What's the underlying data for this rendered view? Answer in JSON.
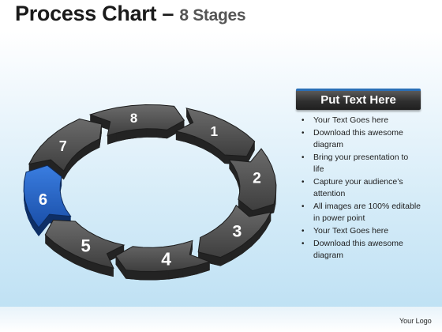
{
  "title": {
    "main": "Process Chart",
    "dash": "–",
    "sub": "8 Stages"
  },
  "stages": [
    {
      "number": "1"
    },
    {
      "number": "2"
    },
    {
      "number": "3"
    },
    {
      "number": "4"
    },
    {
      "number": "5"
    },
    {
      "number": "6",
      "highlighted": true
    },
    {
      "number": "7"
    },
    {
      "number": "8"
    }
  ],
  "colors": {
    "stage": "#4a4a4a",
    "stage_dark": "#232323",
    "highlight": "#1f5bb5",
    "highlight_dark": "#0e2f66",
    "panel_accent": "#2a6fb7"
  },
  "panel": {
    "header": "Put Text Here",
    "bullets": [
      "Your Text Goes here",
      "Download this awesome diagram",
      "Bring your presentation to life",
      "Capture your audience’s attention",
      "All images are 100% editable in power point",
      "Your Text Goes here",
      "Download this awesome diagram"
    ]
  },
  "footer": {
    "logo": "Your Logo"
  }
}
